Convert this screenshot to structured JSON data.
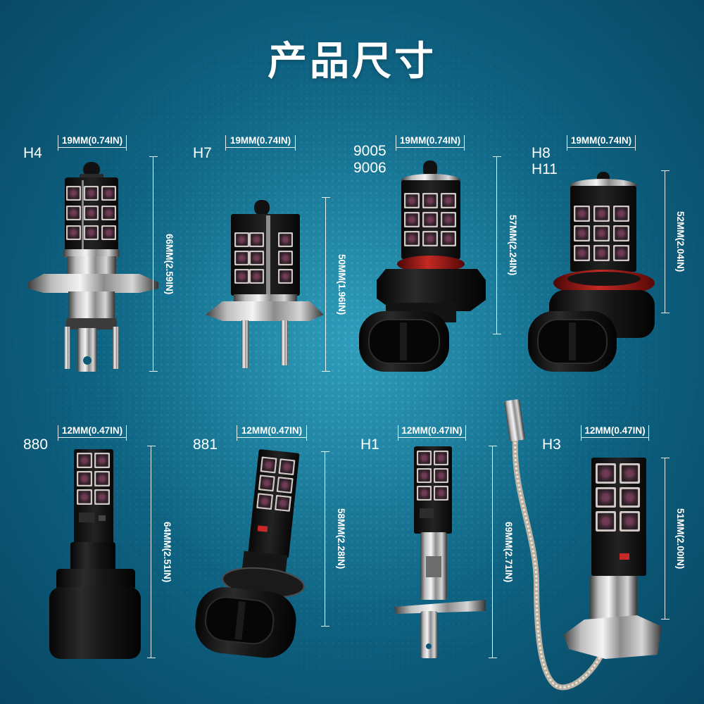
{
  "title": "产品尺寸",
  "colors": {
    "background": "#0c5a79",
    "background_center": "#1f8fae",
    "text": "#ffffff",
    "o_ring": "#c42a22"
  },
  "bulbs": [
    {
      "models": [
        "H4"
      ],
      "width": "19MM(0.74IN)",
      "height": "66MM(2.59IN)"
    },
    {
      "models": [
        "H7"
      ],
      "width": "19MM(0.74IN)",
      "height": "50MM(1.96IN)"
    },
    {
      "models": [
        "9005",
        "9006"
      ],
      "width": "19MM(0.74IN)",
      "height": "57MM(2.24IN)"
    },
    {
      "models": [
        "H8",
        "H11"
      ],
      "width": "19MM(0.74IN)",
      "height": "52MM(2.04IN)"
    },
    {
      "models": [
        "880"
      ],
      "width": "12MM(0.47IN)",
      "height": "64MM(2.51IN)"
    },
    {
      "models": [
        "881"
      ],
      "width": "12MM(0.47IN)",
      "height": "58MM(2.28IN)"
    },
    {
      "models": [
        "H1"
      ],
      "width": "12MM(0.47IN)",
      "height": "69MM(2.71IN)"
    },
    {
      "models": [
        "H3"
      ],
      "width": "12MM(0.47IN)",
      "height": "51MM(2.00IN)"
    }
  ]
}
